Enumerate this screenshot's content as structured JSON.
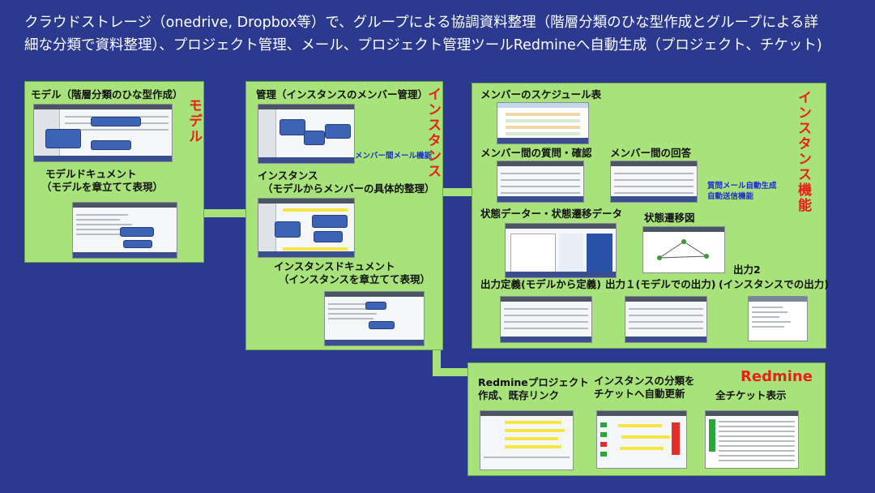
{
  "title": {
    "line1": "クラウドストレージ（onedrive, Dropbox等）で、グループによる協調資料整理（階層分類のひな型作成とグループによる詳",
    "line2": "細な分類で資料整理）、プロジェクト管理、メール、プロジェクト管理ツールRedmineへ自動生成（プロジェクト、チケット)"
  },
  "model_panel": {
    "heading": "モデル",
    "label_model": "モデル（階層分類のひな型作成）",
    "label_doc_1": "モデルドキュメント",
    "label_doc_2": "（モデルを章立てて表現）"
  },
  "instance_panel": {
    "heading": "インスタンス",
    "label_manage": "管理（インスタンスのメンバー管理）",
    "note_mail": "メンバー間メール機能",
    "label_inst_1": "インスタンス",
    "label_inst_2": "（モデルからメンバーの具体的整理）",
    "label_doc_1": "インスタンスドキュメント",
    "label_doc_2": "（インスタンスを章立てて表現）"
  },
  "function_panel": {
    "heading": "インスタンス機能",
    "label_schedule": "メンバーのスケジュール表",
    "label_question": "メンバー間の質問・確認",
    "label_answer": "メンバー間の回答",
    "note_auto_1": "質問メール自動生成",
    "note_auto_2": "自動送信機能",
    "label_state_data": "状態データー・状態遷移データ",
    "label_state_diagram": "状態遷移図",
    "label_output_def": "出力定義(モデルから定義)",
    "label_output1": "出力１(モデルでの出力)",
    "label_output2_a": "出力2",
    "label_output2_b": "(インスタンスでの出力)"
  },
  "redmine_panel": {
    "heading": "Redmine",
    "label_project_1": "Redmineプロジェクト",
    "label_project_2": "作成、既存リンク",
    "label_ticket_1": "インスタンスの分類を",
    "label_ticket_2": "チケットへ自動更新",
    "label_all": "全チケット表示"
  },
  "colors": {
    "background": "#2b3a8f",
    "panel": "#a8e27a",
    "heading_red": "#e8201a",
    "note_blue": "#1b2fc7"
  }
}
